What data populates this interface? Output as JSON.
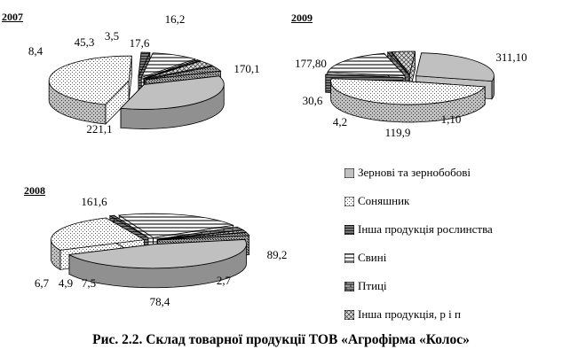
{
  "caption": "Рис. 2.2. Склад товарної продукції ТОВ «Агрофірма «Колос»",
  "legend": [
    {
      "label": "Зернові та зернобобові",
      "pattern": "grain"
    },
    {
      "label": "Соняшник",
      "pattern": "sun"
    },
    {
      "label": "Інша продукція рослинства",
      "pattern": "plant"
    },
    {
      "label": "Свині",
      "pattern": "pigs"
    },
    {
      "label": "Птиці",
      "pattern": "poultry"
    },
    {
      "label": "Інша продукція, р і п",
      "pattern": "other"
    }
  ],
  "chart_data": [
    {
      "type": "pie",
      "title": "2007",
      "labels": [
        "170,1",
        "221,1",
        "8,4",
        "45,3",
        "3,5",
        "17,6",
        "16,2"
      ],
      "values": [
        170.1,
        221.1,
        8.4,
        45.3,
        3.5,
        17.6,
        16.2
      ],
      "patterns": [
        "grain",
        "sun",
        "plant",
        "pigs",
        "poultry",
        "other",
        "extra"
      ]
    },
    {
      "type": "pie",
      "title": "2009",
      "labels": [
        "177,80",
        "311,10",
        "1,10",
        "119,9",
        "4,2",
        "30,6"
      ],
      "values": [
        177.8,
        311.1,
        1.1,
        119.9,
        4.2,
        30.6
      ],
      "patterns": [
        "grain",
        "sun",
        "plant",
        "pigs",
        "poultry",
        "other"
      ]
    },
    {
      "type": "pie",
      "title": "2008",
      "labels": [
        "161,6",
        "89,2",
        "2,7",
        "78,4",
        "7,5",
        "4,9",
        "6,7"
      ],
      "values": [
        161.6,
        89.2,
        2.7,
        78.4,
        7.5,
        4.9,
        6.7
      ],
      "patterns": [
        "grain",
        "sun",
        "plant",
        "pigs",
        "poultry",
        "other",
        "extra"
      ]
    }
  ]
}
